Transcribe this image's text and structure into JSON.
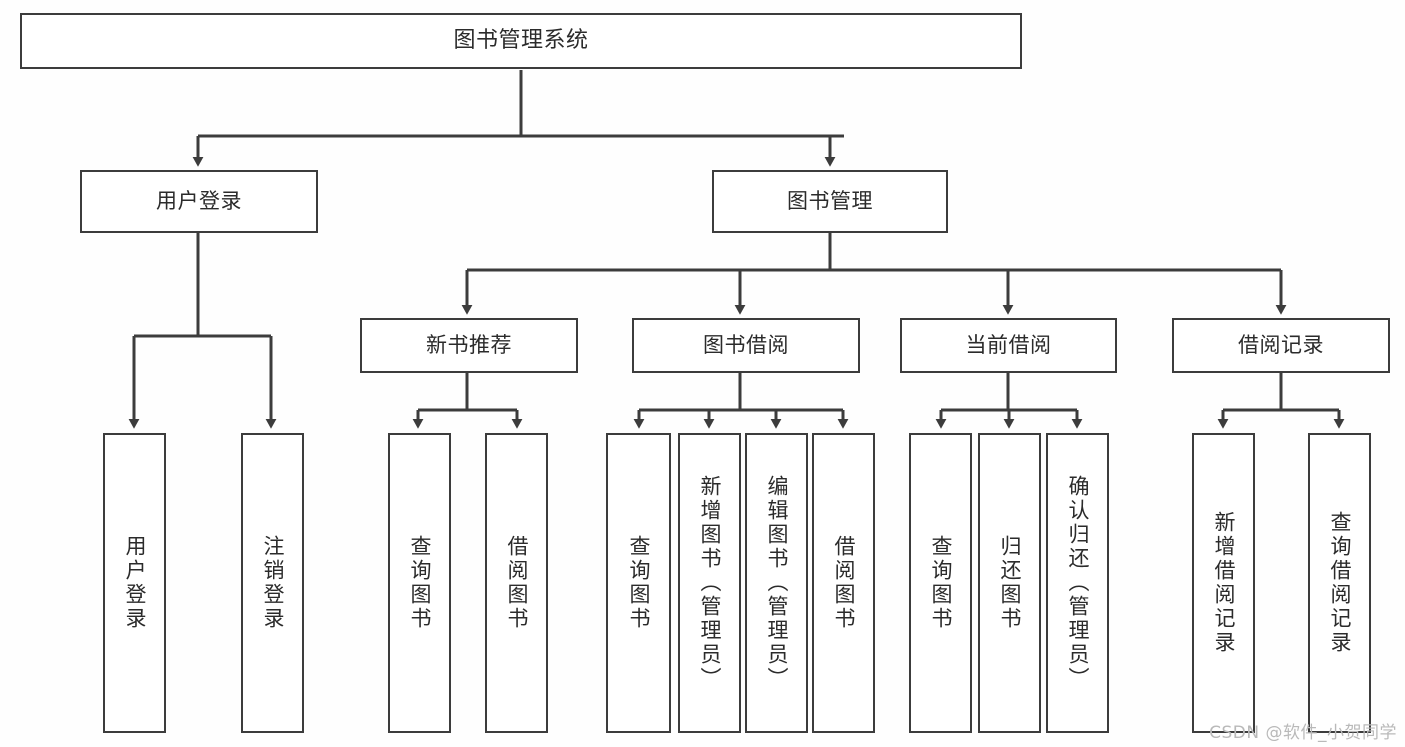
{
  "diagram": {
    "title": "图书管理系统",
    "type": "tree",
    "watermark": "CSDN @软件_小贺同学",
    "colors": {
      "stroke": "#3c3c3c",
      "fill": "#ffffff",
      "text": "#2b2b2b",
      "watermark": "#b9b9b9",
      "background": "#fefefe"
    },
    "nodes": {
      "root": {
        "label": "图书管理系统"
      },
      "level1": [
        {
          "id": "user-login",
          "label": "用户登录"
        },
        {
          "id": "book-management",
          "label": "图书管理"
        }
      ],
      "level2": [
        {
          "id": "new-book-recommend",
          "label": "新书推荐"
        },
        {
          "id": "book-borrow",
          "label": "图书借阅"
        },
        {
          "id": "current-borrow",
          "label": "当前借阅"
        },
        {
          "id": "borrow-record",
          "label": "借阅记录"
        }
      ],
      "leaves": {
        "user_login": [
          {
            "id": "leaf-user-login",
            "label": "用户登录"
          },
          {
            "id": "leaf-logout-login",
            "label": "注销登录"
          }
        ],
        "new_book_recommend": [
          {
            "id": "leaf-query-book-1",
            "label": "查询图书"
          },
          {
            "id": "leaf-borrow-book-1",
            "label": "借阅图书"
          }
        ],
        "book_borrow": [
          {
            "id": "leaf-query-book-2",
            "label": "查询图书"
          },
          {
            "id": "leaf-add-book",
            "label": "新增图书（管理员）"
          },
          {
            "id": "leaf-edit-book",
            "label": "编辑图书（管理员）"
          },
          {
            "id": "leaf-borrow-book-2",
            "label": "借阅图书"
          }
        ],
        "current_borrow": [
          {
            "id": "leaf-query-book-3",
            "label": "查询图书"
          },
          {
            "id": "leaf-return-book",
            "label": "归还图书"
          },
          {
            "id": "leaf-confirm-return",
            "label": "确认归还（管理员）"
          }
        ],
        "borrow_record": [
          {
            "id": "leaf-add-record",
            "label": "新增借阅记录"
          },
          {
            "id": "leaf-query-record",
            "label": "查询借阅记录"
          }
        ]
      }
    }
  }
}
